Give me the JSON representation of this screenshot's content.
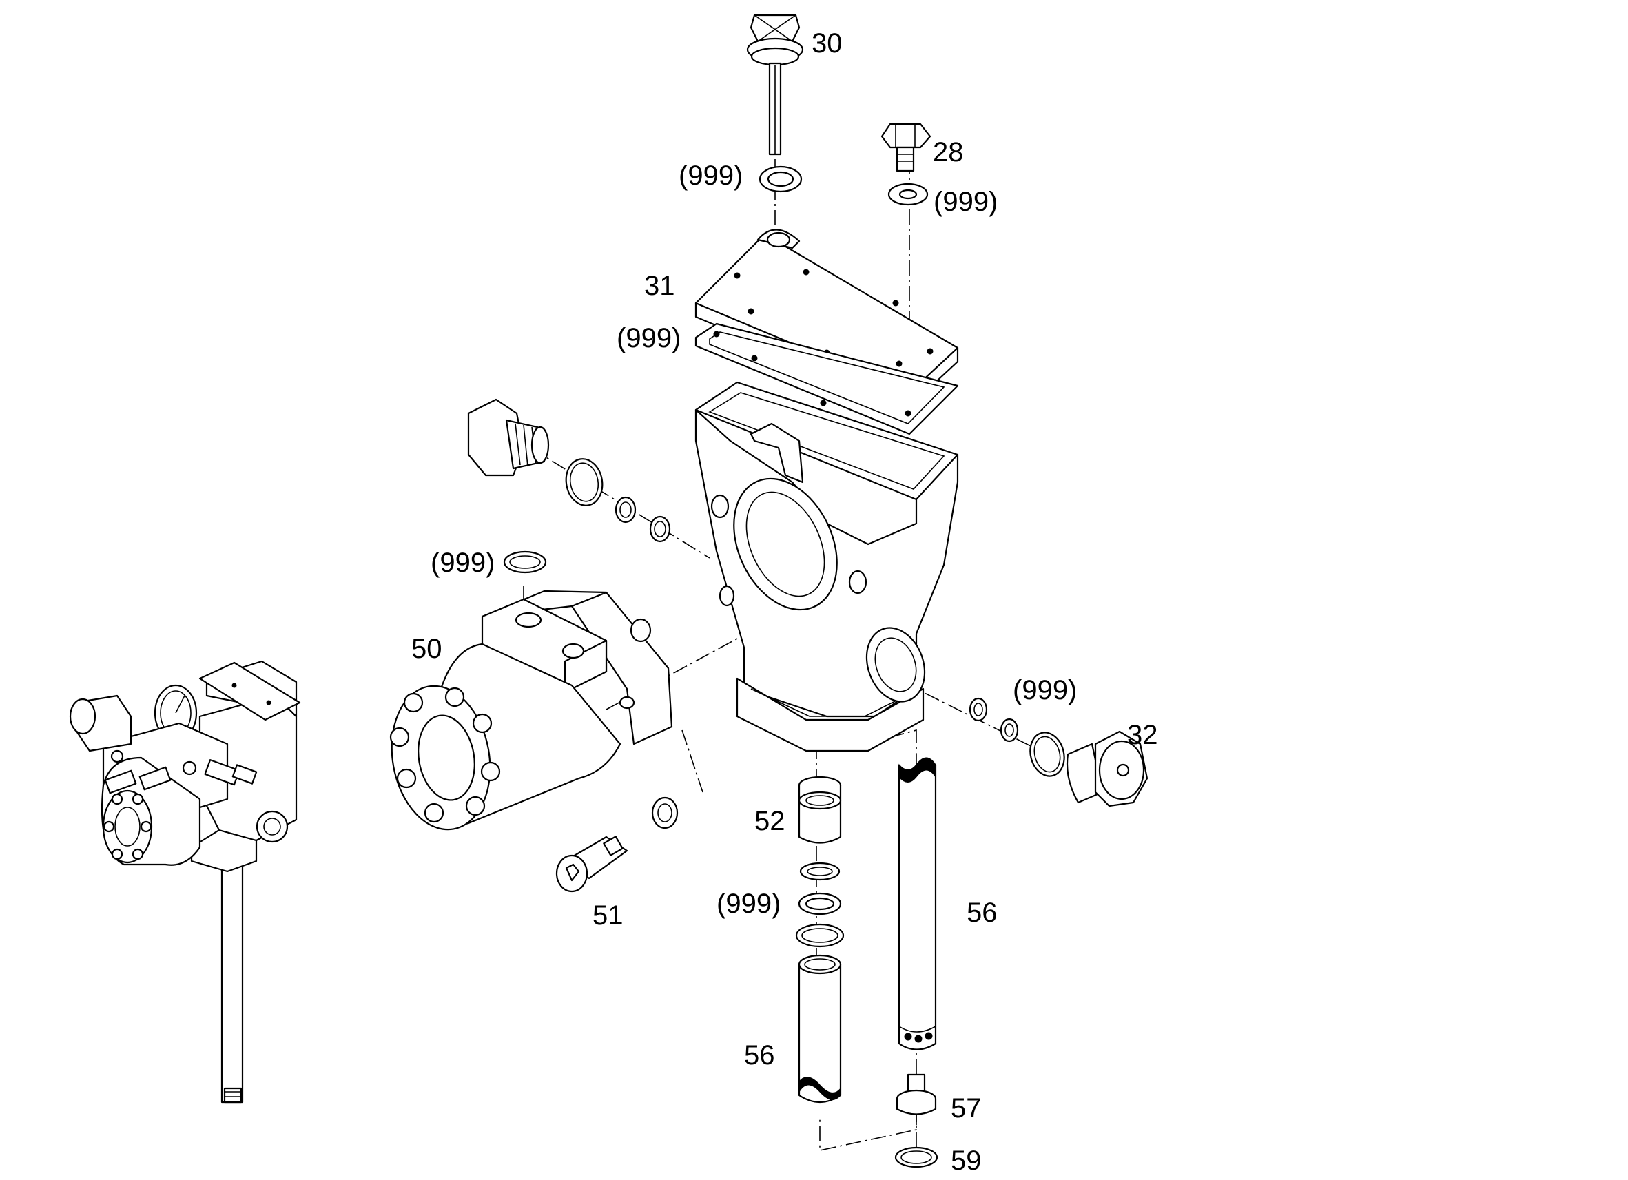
{
  "callouts": {
    "c30": "30",
    "c28": "28",
    "c999_a": "(999)",
    "c999_b": "(999)",
    "c31": "31",
    "c999_c": "(999)",
    "c999_d": "(999)",
    "c50": "50",
    "c51": "51",
    "c999_e": "(999)",
    "c32": "32",
    "c52": "52",
    "c999_f": "(999)",
    "c56_right": "56",
    "c56_left": "56",
    "c57": "57",
    "c59": "59"
  }
}
